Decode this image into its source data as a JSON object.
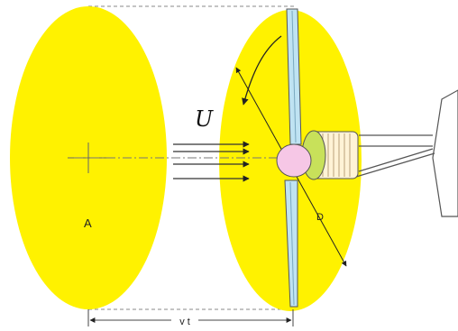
{
  "diagram": {
    "labels": {
      "velocity": "U",
      "area": "A",
      "diameter": "D",
      "distance": "v t"
    },
    "colors": {
      "disk_fill": "#FFF200",
      "blade_fill": "#BFE3F2",
      "hub_fill": "#F6C7E6",
      "nacelle_fill": "#FFF3D6",
      "gear_fill": "#C8E15A",
      "tower_fill": "#FFFFFF",
      "outline": "#333333"
    },
    "icons": [
      "flow-arrow-icon",
      "rotation-arrow-icon"
    ]
  }
}
